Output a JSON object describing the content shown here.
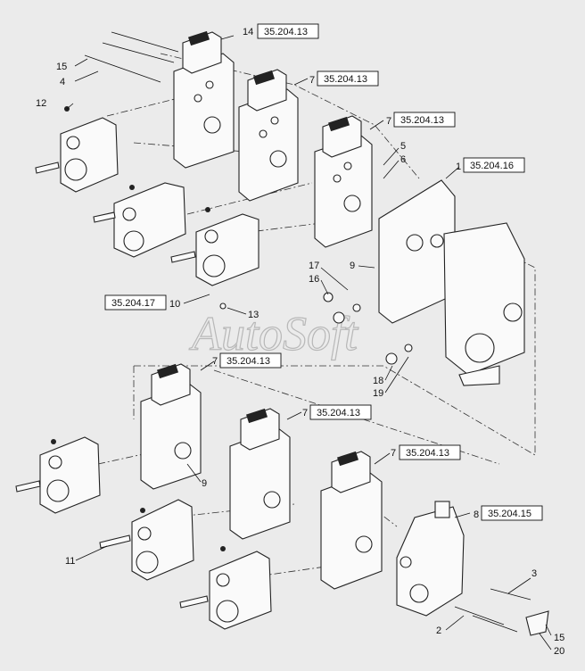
{
  "watermark": "AutoSoft",
  "callouts": [
    {
      "id": "c14",
      "num": "14",
      "ref": "35.204.13"
    },
    {
      "id": "c7a",
      "num": "7",
      "ref": "35.204.13"
    },
    {
      "id": "c7b",
      "num": "7",
      "ref": "35.204.13"
    },
    {
      "id": "c1",
      "num": "1",
      "ref": "35.204.16"
    },
    {
      "id": "c10",
      "num": "10",
      "ref": "35.204.17"
    },
    {
      "id": "c7c",
      "num": "7",
      "ref": "35.204.13"
    },
    {
      "id": "c7d",
      "num": "7",
      "ref": "35.204.13"
    },
    {
      "id": "c7e",
      "num": "7",
      "ref": "35.204.13"
    },
    {
      "id": "c8",
      "num": "8",
      "ref": "35.204.15"
    }
  ],
  "labels": [
    "15",
    "4",
    "12",
    "5",
    "6",
    "9",
    "17",
    "16",
    "13",
    "18",
    "19",
    "9",
    "11",
    "3",
    "2",
    "15",
    "20"
  ]
}
